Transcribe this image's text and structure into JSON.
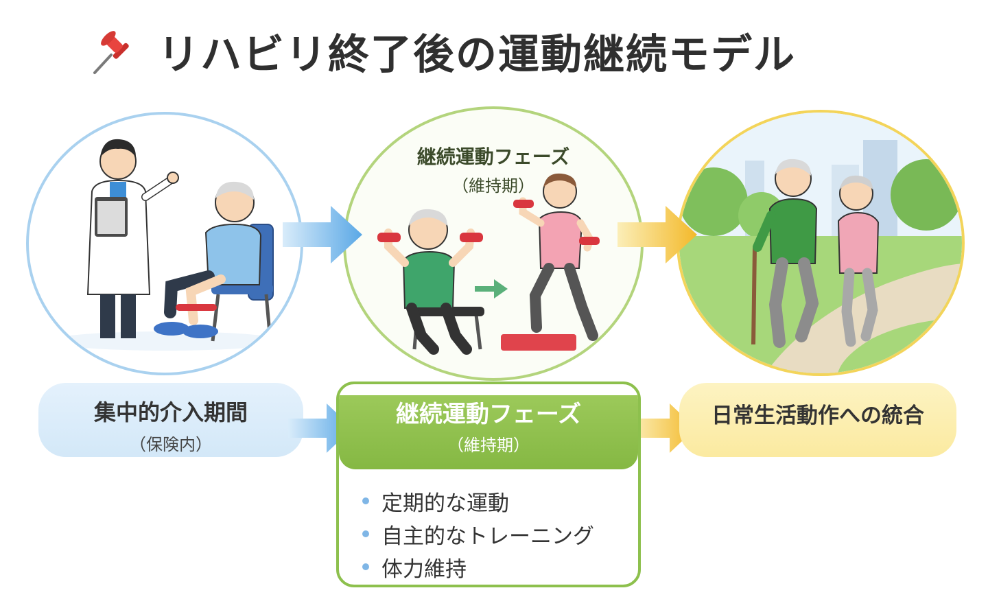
{
  "title": "リハビリ終了後の運動継続モデル",
  "icons": {
    "title": "pushpin-icon"
  },
  "colors": {
    "blue": "#a9d1ef",
    "green": "#8dc04d",
    "yellow": "#f3d45a"
  },
  "phases": [
    {
      "label": "集中的介入期間",
      "sub": "（保険内）"
    },
    {
      "label": "継続運動フェーズ",
      "sub": "（維持期）",
      "circle_label": "継続運動フェーズ",
      "circle_sub": "（維持期）",
      "items": [
        "定期的な運動",
        "自主的なトレーニング",
        "体力維持"
      ]
    },
    {
      "label": "日常生活動作への統合"
    }
  ]
}
